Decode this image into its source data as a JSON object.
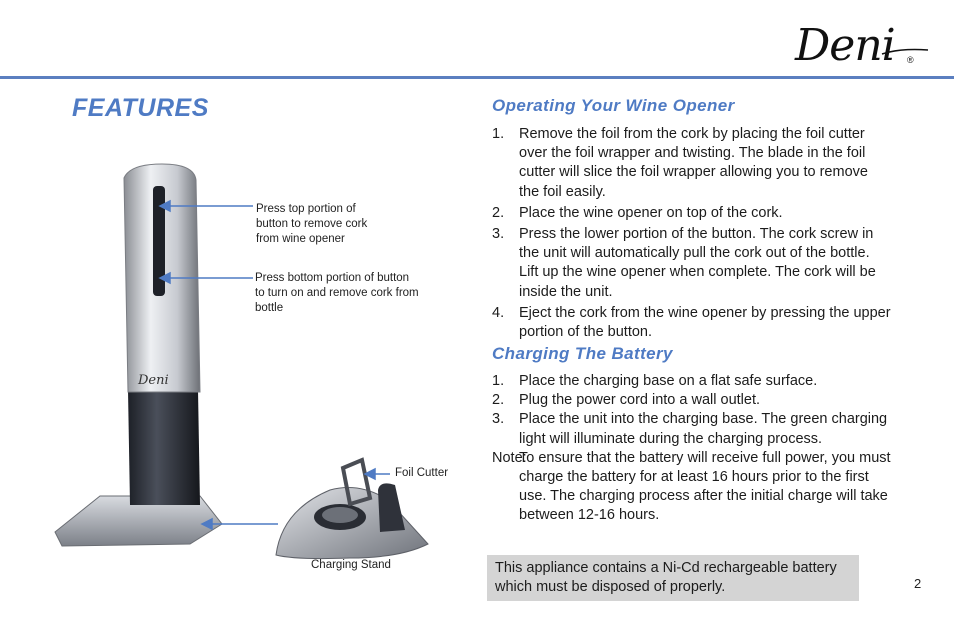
{
  "logo": {
    "text": "Deni",
    "mark": "®"
  },
  "title": "FEATURES",
  "callouts": {
    "top_button": "Press top portion of button to remove cork from wine opener",
    "bottom_button": "Press bottom portion of button to turn on and remove cork from bottle",
    "foil_cutter": "Foil Cutter",
    "charging_stand": "Charging Stand"
  },
  "device_logo": "Deni",
  "operating": {
    "heading": "Operating Your Wine Opener",
    "items": [
      {
        "num": "1.",
        "text": "Remove the foil from the cork by placing the foil cutter over the foil wrapper and twisting. The blade in the foil cutter will slice the foil wrapper allowing you to remove the foil easily."
      },
      {
        "num": "2.",
        "text": "Place the wine opener on top of the cork."
      },
      {
        "num": "3.",
        "text": "Press the lower portion of the button. The cork screw in the unit will automatically pull the cork out of the bottle. Lift up the wine opener when complete. The cork will be inside the unit."
      },
      {
        "num": "4.",
        "text": "Eject the cork from the wine opener by pressing the upper portion of the button."
      }
    ]
  },
  "charging": {
    "heading": "Charging The Battery",
    "items": [
      {
        "num": "1.",
        "text": "Place the charging base on a flat safe surface."
      },
      {
        "num": "2.",
        "text": "Plug the power cord into a wall outlet."
      },
      {
        "num": "3.",
        "text": "Place the unit into the charging base. The green charging light will illuminate during the charging process."
      }
    ],
    "note_label": "Note:",
    "note_text": "To ensure that the battery will receive full power, you must charge the battery for at least 16 hours prior to the first use. The charging process after the initial charge will take between 12-16 hours."
  },
  "disposal_notice": "This appliance contains a Ni-Cd rechargeable battery which must be disposed of properly.",
  "page_number": "2",
  "colors": {
    "accent": "#4f7bc4",
    "rule": "#5b7fc0",
    "notice_bg": "#d4d4d4"
  }
}
